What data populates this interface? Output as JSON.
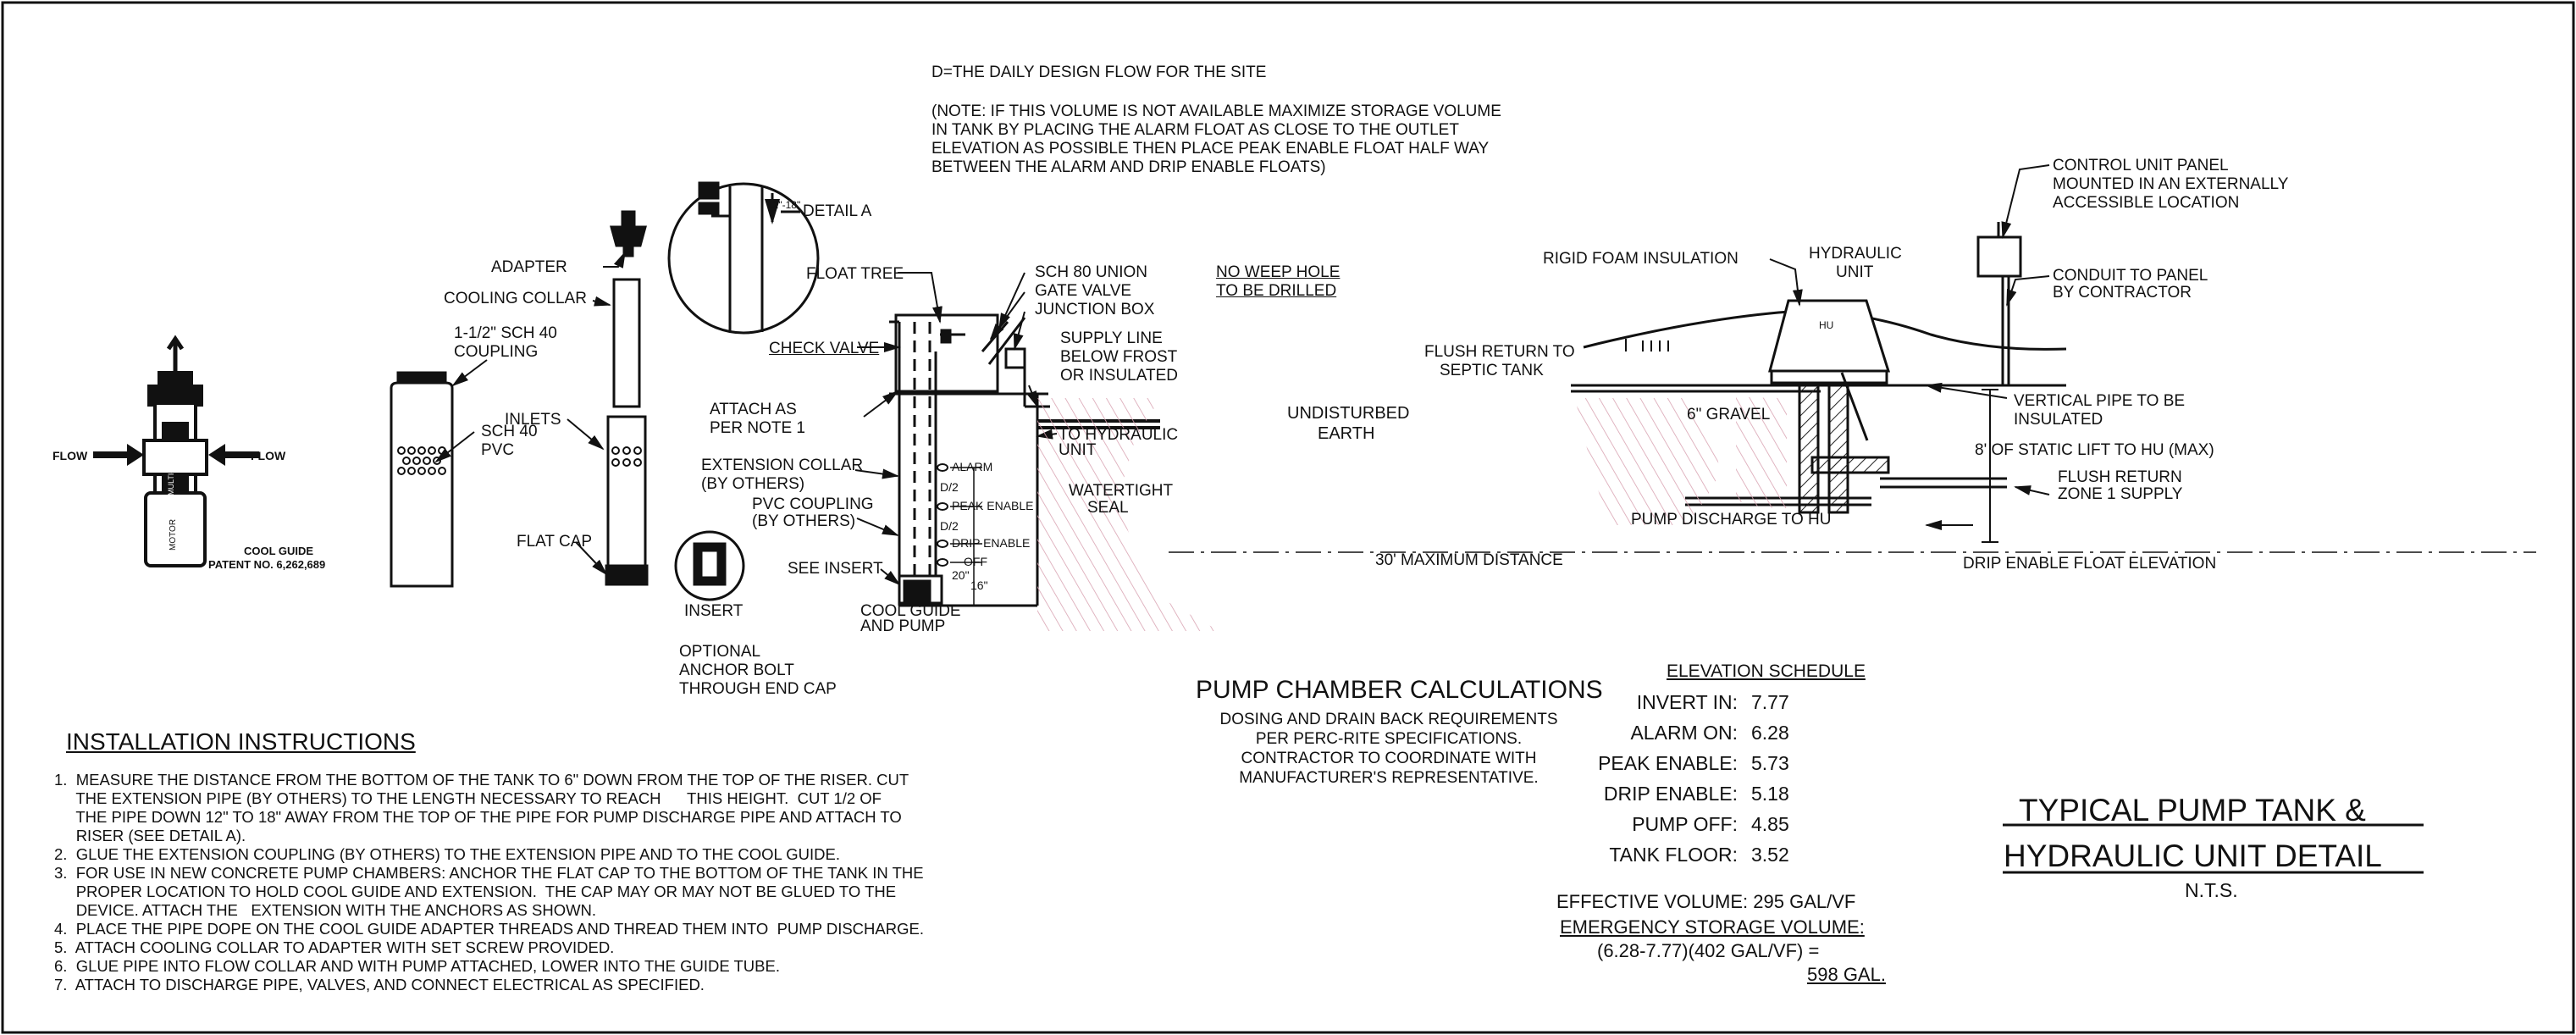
{
  "header": {
    "design_flow": "D=THE DAILY DESIGN FLOW FOR THE SITE",
    "note": [
      "(NOTE: IF THIS VOLUME IS NOT AVAILABLE MAXIMIZE STORAGE VOLUME",
      "IN TANK BY PLACING THE ALARM FLOAT AS CLOSE TO THE OUTLET",
      "ELEVATION AS POSSIBLE THEN PLACE PEAK ENABLE FLOAT HALF WAY",
      "BETWEEN THE ALARM AND DRIP ENABLE FLOATS)"
    ]
  },
  "cool_guide": {
    "flow_left": "FLOW",
    "flow_right": "FLOW",
    "label": "COOL GUIDE",
    "patent": "PATENT NO. 6,262,689",
    "body_text": "MULTI-STAGE",
    "motor_text": "MOTOR"
  },
  "parts": {
    "adapter": "ADAPTER",
    "cooling_collar": "COOLING COLLAR",
    "coupling": [
      "1-1/2\" SCH 40",
      "COUPLING"
    ],
    "inlets": "INLETS",
    "pvc": [
      "SCH 40",
      "PVC"
    ],
    "flat_cap": "FLAT CAP"
  },
  "tank": {
    "detail_a": "DETAIL A",
    "detail_dim": "12\"-18\"",
    "float_tree": "FLOAT TREE",
    "check_valve": "CHECK VALVE",
    "attach_as": [
      "ATTACH AS",
      "PER NOTE 1"
    ],
    "extension_collar": [
      "EXTENSION COLLAR",
      "(BY OTHERS)"
    ],
    "pvc_coupling": [
      "PVC COUPLING",
      "(BY OTHERS)"
    ],
    "see_insert": "SEE INSERT",
    "cool_guide_pump": [
      "COOL GUIDE",
      "AND PUMP"
    ],
    "insert": "INSERT",
    "anchor": [
      "OPTIONAL",
      "ANCHOR BOLT",
      "THROUGH END CAP"
    ],
    "union_labels": [
      "SCH 80 UNION",
      "GATE VALVE",
      "JUNCTION BOX"
    ],
    "weep_hole": [
      "NO WEEP HOLE",
      "TO BE DRILLED"
    ],
    "supply_line": [
      "SUPPLY LINE",
      "BELOW FROST",
      "OR INSULATED"
    ],
    "to_hydraulic": [
      "TO HYDRAULIC",
      "UNIT"
    ],
    "watertight": [
      "WATERTIGHT",
      "SEAL"
    ],
    "floats": [
      "ALARM",
      "D/2",
      "PEAK ENABLE",
      "D/2",
      "DRIP ENABLE",
      "OFF",
      "20\"",
      "16\""
    ],
    "undisturbed": [
      "UNDISTURBED",
      "EARTH"
    ]
  },
  "hydraulic": {
    "rigid_foam": "RIGID FOAM INSULATION",
    "unit": [
      "HYDRAULIC",
      "UNIT"
    ],
    "hu": "HU",
    "flush_return": [
      "FLUSH RETURN TO",
      "SEPTIC TANK"
    ],
    "gravel": "6\" GRAVEL",
    "vertical_pipe": [
      "VERTICAL PIPE TO BE",
      "INSULATED"
    ],
    "static_lift": "8' OF STATIC LIFT TO HU (MAX)",
    "flush_return_zone": [
      "FLUSH RETURN",
      "ZONE 1 SUPPLY"
    ],
    "pump_discharge": "PUMP DISCHARGE TO HU",
    "max_distance": "30' MAXIMUM DISTANCE",
    "drip_enable_elev": "DRIP ENABLE FLOAT ELEVATION",
    "control_panel": [
      "CONTROL UNIT PANEL",
      "MOUNTED IN AN EXTERNALLY",
      "ACCESSIBLE LOCATION"
    ],
    "conduit": [
      "CONDUIT TO PANEL",
      "BY CONTRACTOR"
    ]
  },
  "calculations": {
    "title": "PUMP CHAMBER CALCULATIONS",
    "lines": [
      "DOSING AND DRAIN BACK REQUIREMENTS",
      "PER PERC-RITE SPECIFICATIONS.",
      "CONTRACTOR TO COORDINATE WITH",
      "MANUFACTURER'S REPRESENTATIVE."
    ]
  },
  "elevation_schedule": {
    "title": "ELEVATION SCHEDULE",
    "rows": [
      {
        "label": "INVERT IN:",
        "value": "7.77"
      },
      {
        "label": "ALARM ON:",
        "value": "6.28"
      },
      {
        "label": "PEAK ENABLE:",
        "value": "5.73"
      },
      {
        "label": "DRIP ENABLE:",
        "value": "5.18"
      },
      {
        "label": "PUMP OFF:",
        "value": "4.85"
      },
      {
        "label": "TANK FLOOR:",
        "value": "3.52"
      }
    ],
    "effective_volume": "EFFECTIVE VOLUME: 295 GAL/VF",
    "emergency_title": "EMERGENCY STORAGE VOLUME:",
    "emergency_calc": "(6.28-7.77)(402 GAL/VF) =",
    "emergency_result": "598 GAL."
  },
  "title_block": {
    "line1": "TYPICAL PUMP TANK &",
    "line2": "HYDRAULIC UNIT DETAIL",
    "scale": "N.T.S."
  },
  "instructions": {
    "title": "INSTALLATION INSTRUCTIONS",
    "lines": [
      "1.  MEASURE THE DISTANCE FROM THE BOTTOM OF THE TANK TO 6\" DOWN FROM THE TOP OF THE RISER. CUT",
      "     THE EXTENSION PIPE (BY OTHERS) TO THE LENGTH NECESSARY TO REACH      THIS HEIGHT.  CUT 1/2 OF",
      "     THE PIPE DOWN 12\" TO 18\" AWAY FROM THE TOP OF THE PIPE FOR PUMP DISCHARGE PIPE AND ATTACH TO",
      "     RISER (SEE DETAIL A).",
      "2.  GLUE THE EXTENSION COUPLING (BY OTHERS) TO THE EXTENSION PIPE AND TO THE COOL GUIDE.",
      "3.  FOR USE IN NEW CONCRETE PUMP CHAMBERS: ANCHOR THE FLAT CAP TO THE BOTTOM OF THE TANK IN THE",
      "     PROPER LOCATION TO HOLD COOL GUIDE AND EXTENSION.  THE CAP MAY OR MAY NOT BE GLUED TO THE",
      "     DEVICE. ATTACH THE   EXTENSION WITH THE ANCHORS AS SHOWN.",
      "4.  PLACE THE PIPE DOPE ON THE COOL GUIDE ADAPTER THREADS AND THREAD THEM INTO  PUMP DISCHARGE.",
      "5.  ATTACH COOLING COLLAR TO ADAPTER WITH SET SCREW PROVIDED.",
      "6.  GLUE PIPE INTO FLOW COLLAR AND WITH PUMP ATTACHED, LOWER INTO THE GUIDE TUBE.",
      "7.  ATTACH TO DISCHARGE PIPE, VALVES, AND CONNECT ELECTRICAL AS SPECIFIED."
    ]
  }
}
